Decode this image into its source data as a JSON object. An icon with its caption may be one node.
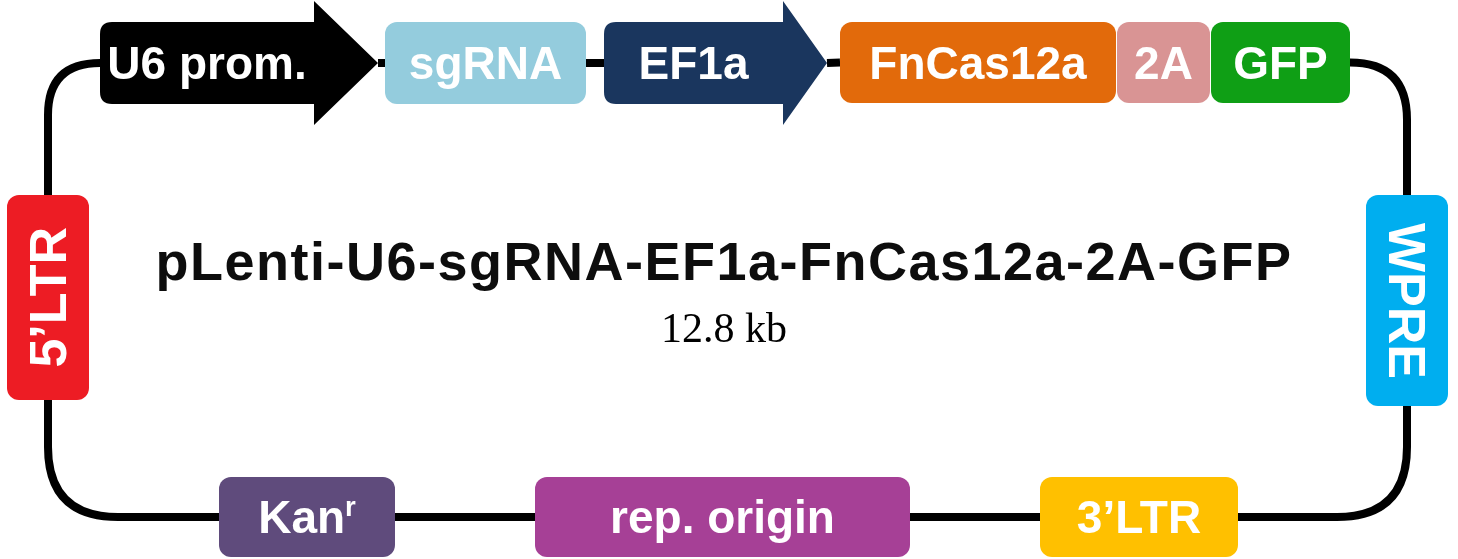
{
  "diagram": {
    "title": "pLenti-U6-sgRNA-EF1a-FnCas12a-2A-GFP",
    "nodes": [
      {
        "text": [
          "U6 prom."
        ]
      },
      {
        "text": [
          "sgRNA"
        ]
      },
      {
        "text": [
          "EF1a"
        ]
      },
      {
        "text": [
          "FnCas12a"
        ]
      },
      {
        "text": [
          "2A"
        ]
      },
      {
        "text": [
          "GFP"
        ]
      },
      {
        "text": [
          "5’LTR"
        ]
      },
      {
        "text": [
          "WPRE"
        ]
      },
      {
        "text": [
          "Kan$^{r}$"
        ]
      },
      {
        "text": [
          "rep. origin"
        ]
      },
      {
        "text": [
          "3’LTR"
        ]
      }
    ],
    "edges": [
      {
        "from": 0,
        "to": 1,
        "arrow": "none"
      },
      {
        "from": 1,
        "to": 2,
        "arrow": "none"
      },
      {
        "from": 2,
        "to": 3,
        "arrow": "none"
      },
      {
        "from": 5,
        "to": 7,
        "arrow": "none"
      },
      {
        "from": 7,
        "to": 10,
        "arrow": "none"
      },
      {
        "from": 10,
        "to": 9,
        "arrow": "none"
      },
      {
        "from": 9,
        "to": 8,
        "arrow": "none"
      },
      {
        "from": 8,
        "to": 6,
        "arrow": "none"
      },
      {
        "from": 6,
        "to": 0,
        "arrow": "none"
      }
    ],
    "labels": [
      "12.8 kb"
    ]
  }
}
